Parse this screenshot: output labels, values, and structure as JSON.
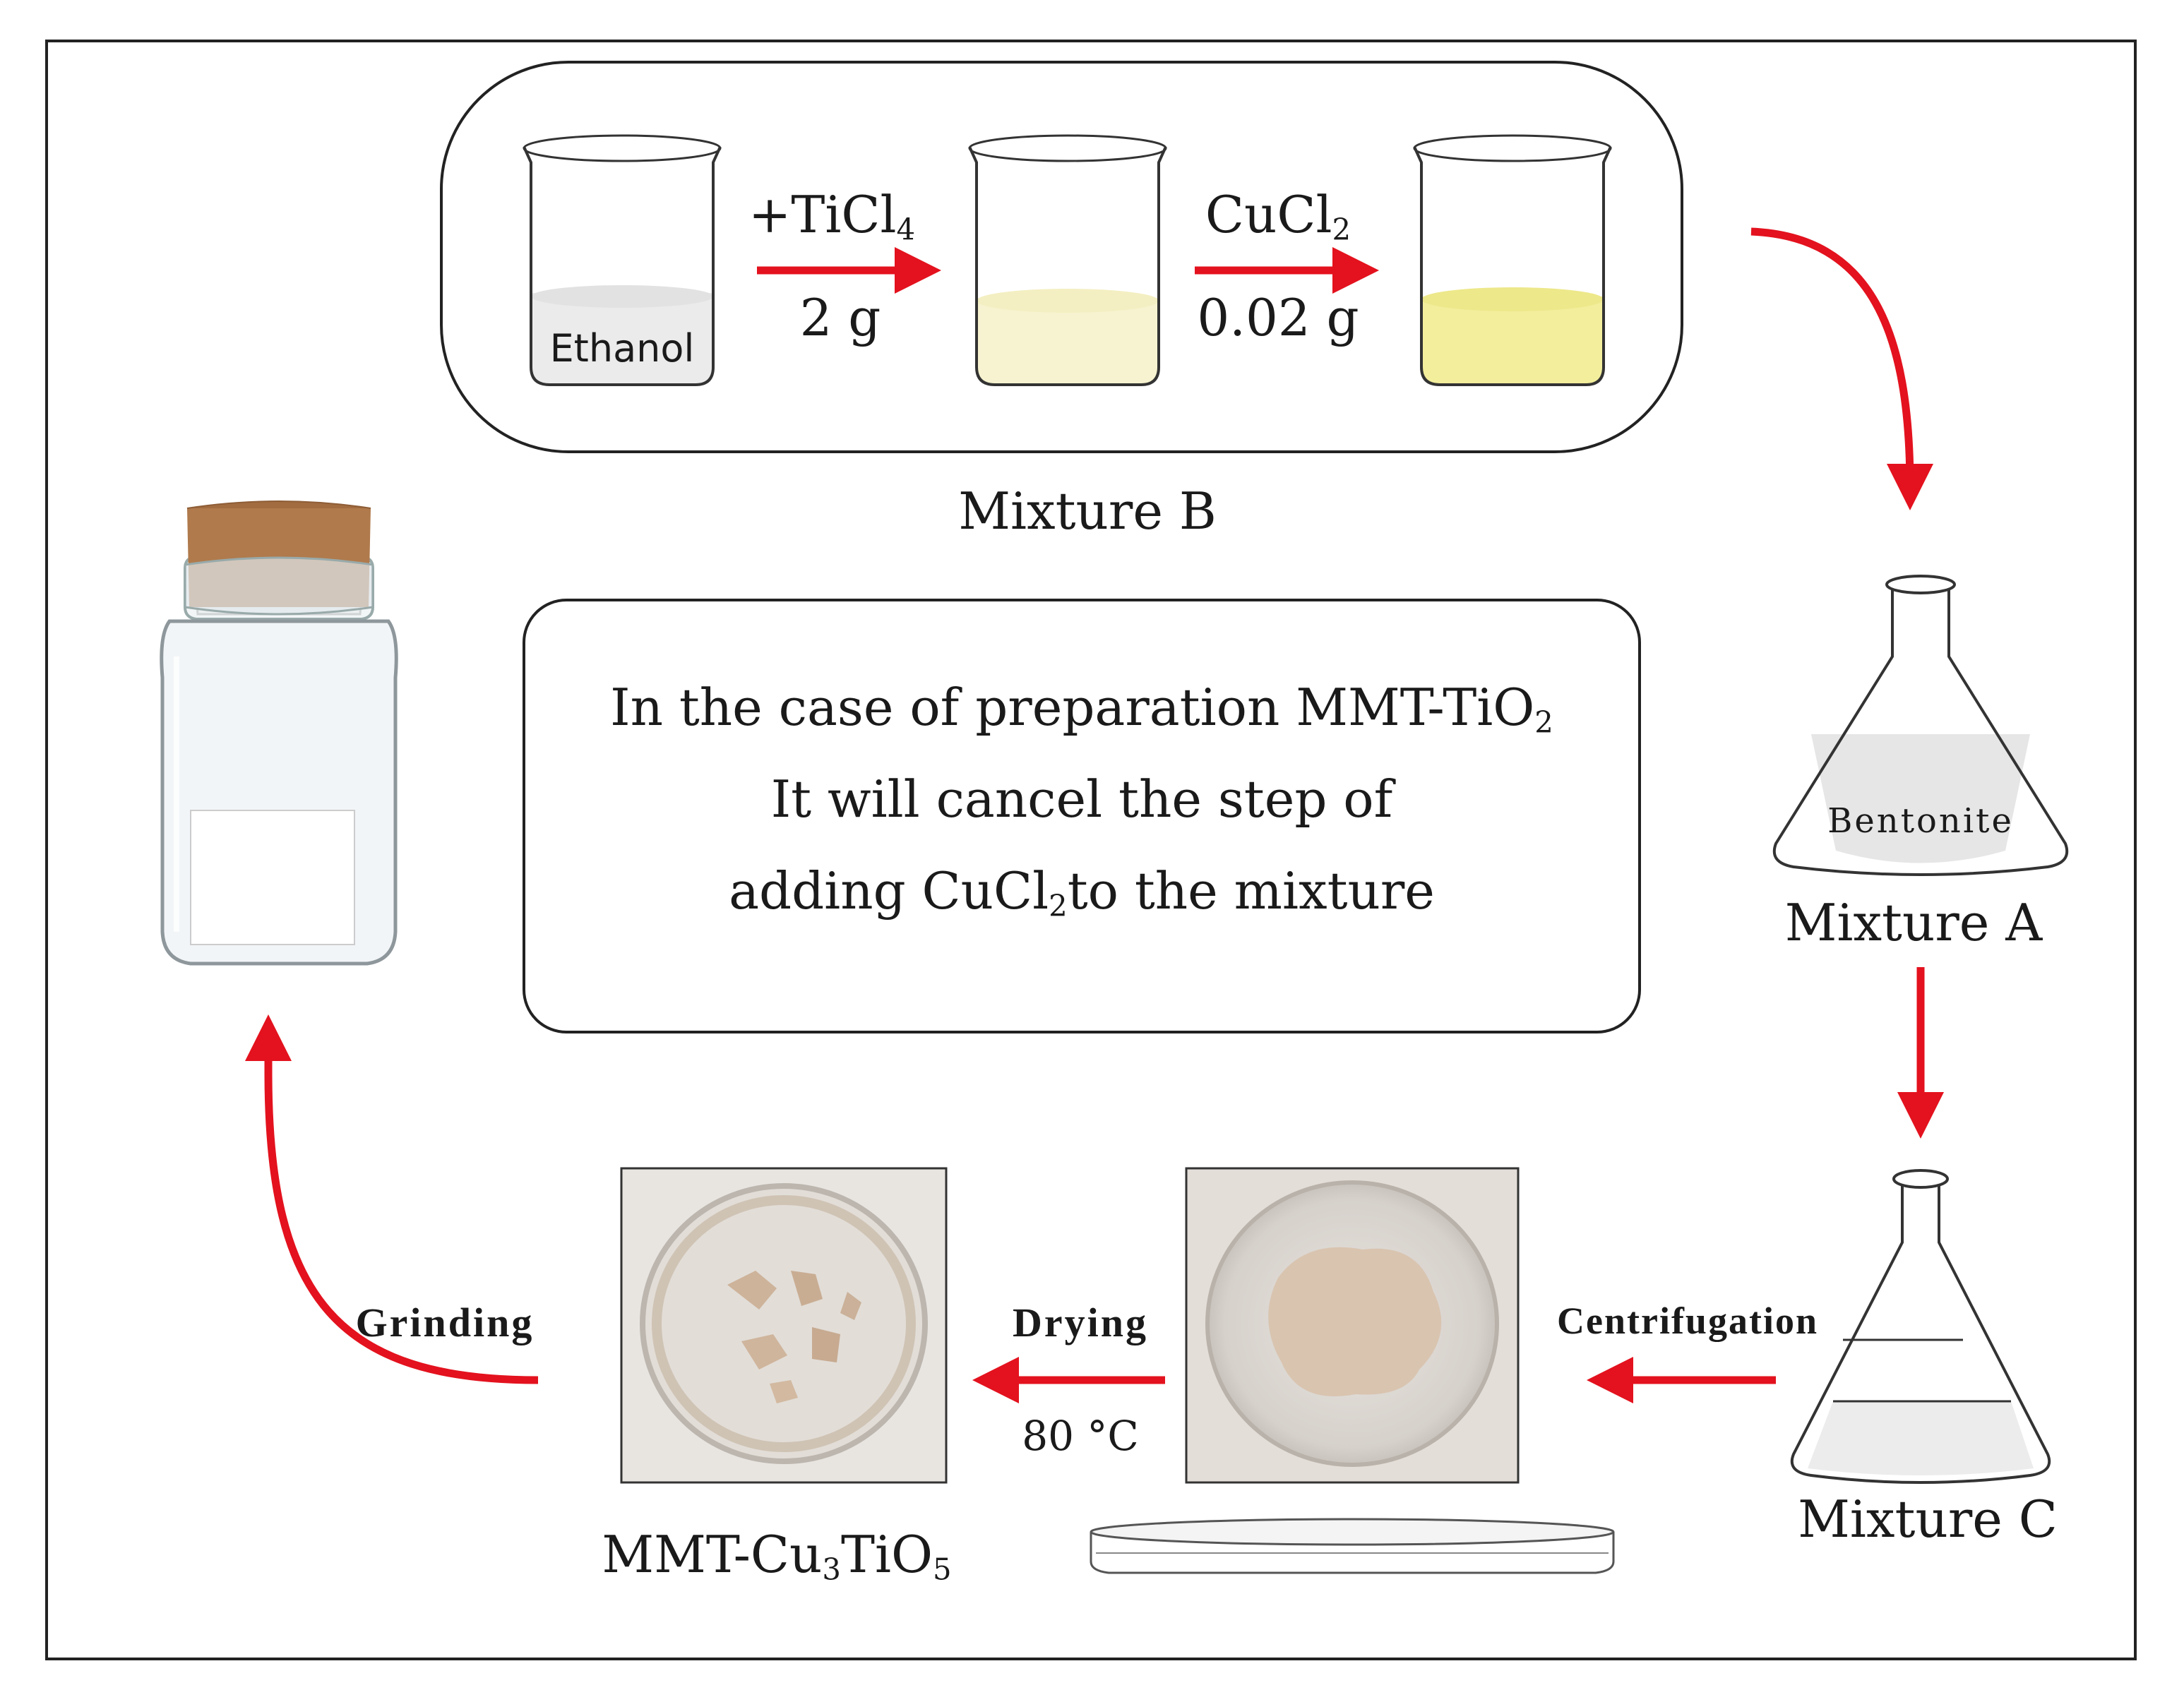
{
  "diagram": {
    "mixture_b": {
      "label": "Mixture B",
      "beaker1_text": "Ethanol",
      "step1": {
        "reagent": "+TiCl",
        "reagent_sub": "4",
        "amount": "2 g"
      },
      "step2": {
        "reagent": "CuCl",
        "reagent_sub": "2",
        "amount": "0.02 g"
      }
    },
    "mixture_a": {
      "label": "Mixture A",
      "flask_text": "Bentonite"
    },
    "mixture_c": {
      "label": "Mixture C"
    },
    "steps": {
      "centrifugation": "Centrifugation",
      "drying": "Drying",
      "drying_temp": "80 °C",
      "grinding": "Grinding"
    },
    "product": {
      "prefix": "MMT-Cu",
      "sub1": "3",
      "middle": "TiO",
      "sub2": "5"
    },
    "note": {
      "line1_text": "In the case of preparation  MMT-TiO",
      "line1_sub": "2",
      "line2": "It will cancel the step of",
      "line3_pre": "adding CuCl",
      "line3_sub": "2",
      "line3_post": "to  the mixture"
    },
    "colors": {
      "arrow": "#e3121e",
      "solution_light": "#f7f3d0",
      "solution_yellow": "#f2ee9c",
      "ethanol": "#ebebeb",
      "paste": "#d9c4b0",
      "cork": "#b07a4c"
    }
  }
}
